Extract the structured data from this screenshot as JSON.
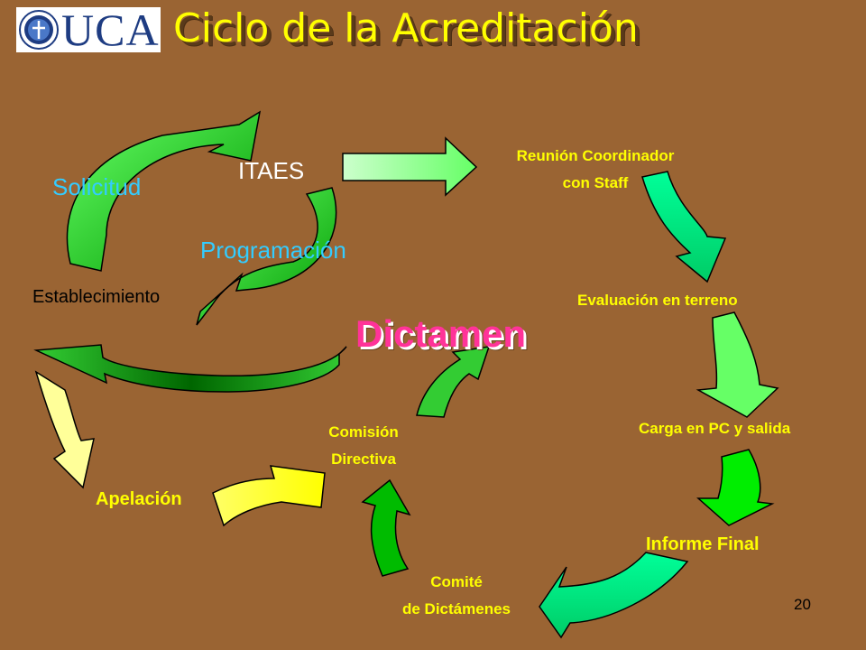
{
  "header": {
    "logo_text": "UCA",
    "title": "Ciclo de la Acreditación"
  },
  "diagram": {
    "itaes": "ITAES",
    "solicitud": "Solicitud",
    "programacion": "Programación",
    "establecimiento": "Establecimiento",
    "dictamen": "Dictamen",
    "reunion_line1": "Reunión Coordinador",
    "reunion_line2": "con Staff",
    "evaluacion": "Evaluación en terreno",
    "carga": "Carga en PC y salida",
    "informe": "Informe Final",
    "comite_line1": "Comité",
    "comite_line2": "de Dictámenes",
    "comision_line1": "Comisión",
    "comision_line2": "Directiva",
    "apelacion": "Apelación"
  },
  "footer": {
    "page_number": "20"
  },
  "colors": {
    "background": "#9a6433",
    "title": "#ffff00",
    "dictamen": "#ff3399",
    "light_green": "#99ff99",
    "bright_green": "#00ff00",
    "mint": "#00ff99",
    "dark_green": "#009933",
    "yellow": "#ffff00",
    "pale_yellow": "#ffff99"
  }
}
